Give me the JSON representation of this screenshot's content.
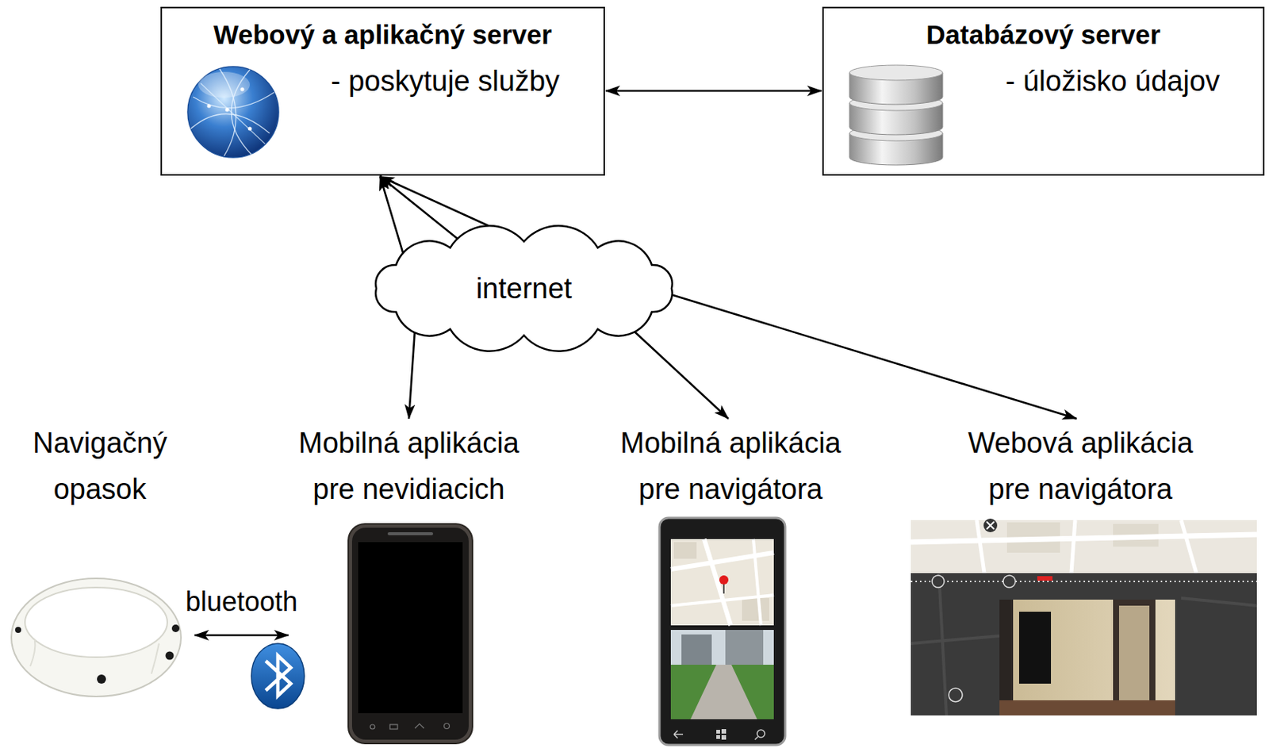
{
  "diagram": {
    "nodes": [
      {
        "text": [
          "Webový a aplikačný server",
          "- poskytuje služby"
        ]
      },
      {
        "text": [
          "Databázový server",
          "- úložisko údajov"
        ]
      },
      {
        "text": [
          "internet"
        ]
      },
      {
        "text": [
          "Navigačný opasok"
        ]
      },
      {
        "text": [
          "Mobilná aplikácia pre nevidiacich"
        ]
      },
      {
        "text": [
          "Mobilná aplikácia pre navigátora"
        ]
      },
      {
        "text": [
          "Webová aplikácia pre navigátora"
        ]
      }
    ],
    "edges": [
      {
        "from": 0,
        "to": 1,
        "arrow": "both"
      },
      {
        "from": 2,
        "to": 0,
        "arrow": "to"
      },
      {
        "from": 2,
        "to": 0,
        "arrow": "to"
      },
      {
        "from": 2,
        "to": 0,
        "arrow": "to"
      },
      {
        "from": 2,
        "to": 4,
        "arrow": "to"
      },
      {
        "from": 2,
        "to": 5,
        "arrow": "to"
      },
      {
        "from": 2,
        "to": 6,
        "arrow": "to"
      },
      {
        "from": 3,
        "to": 4,
        "arrow": "both",
        "label": "bluetooth"
      }
    ]
  }
}
